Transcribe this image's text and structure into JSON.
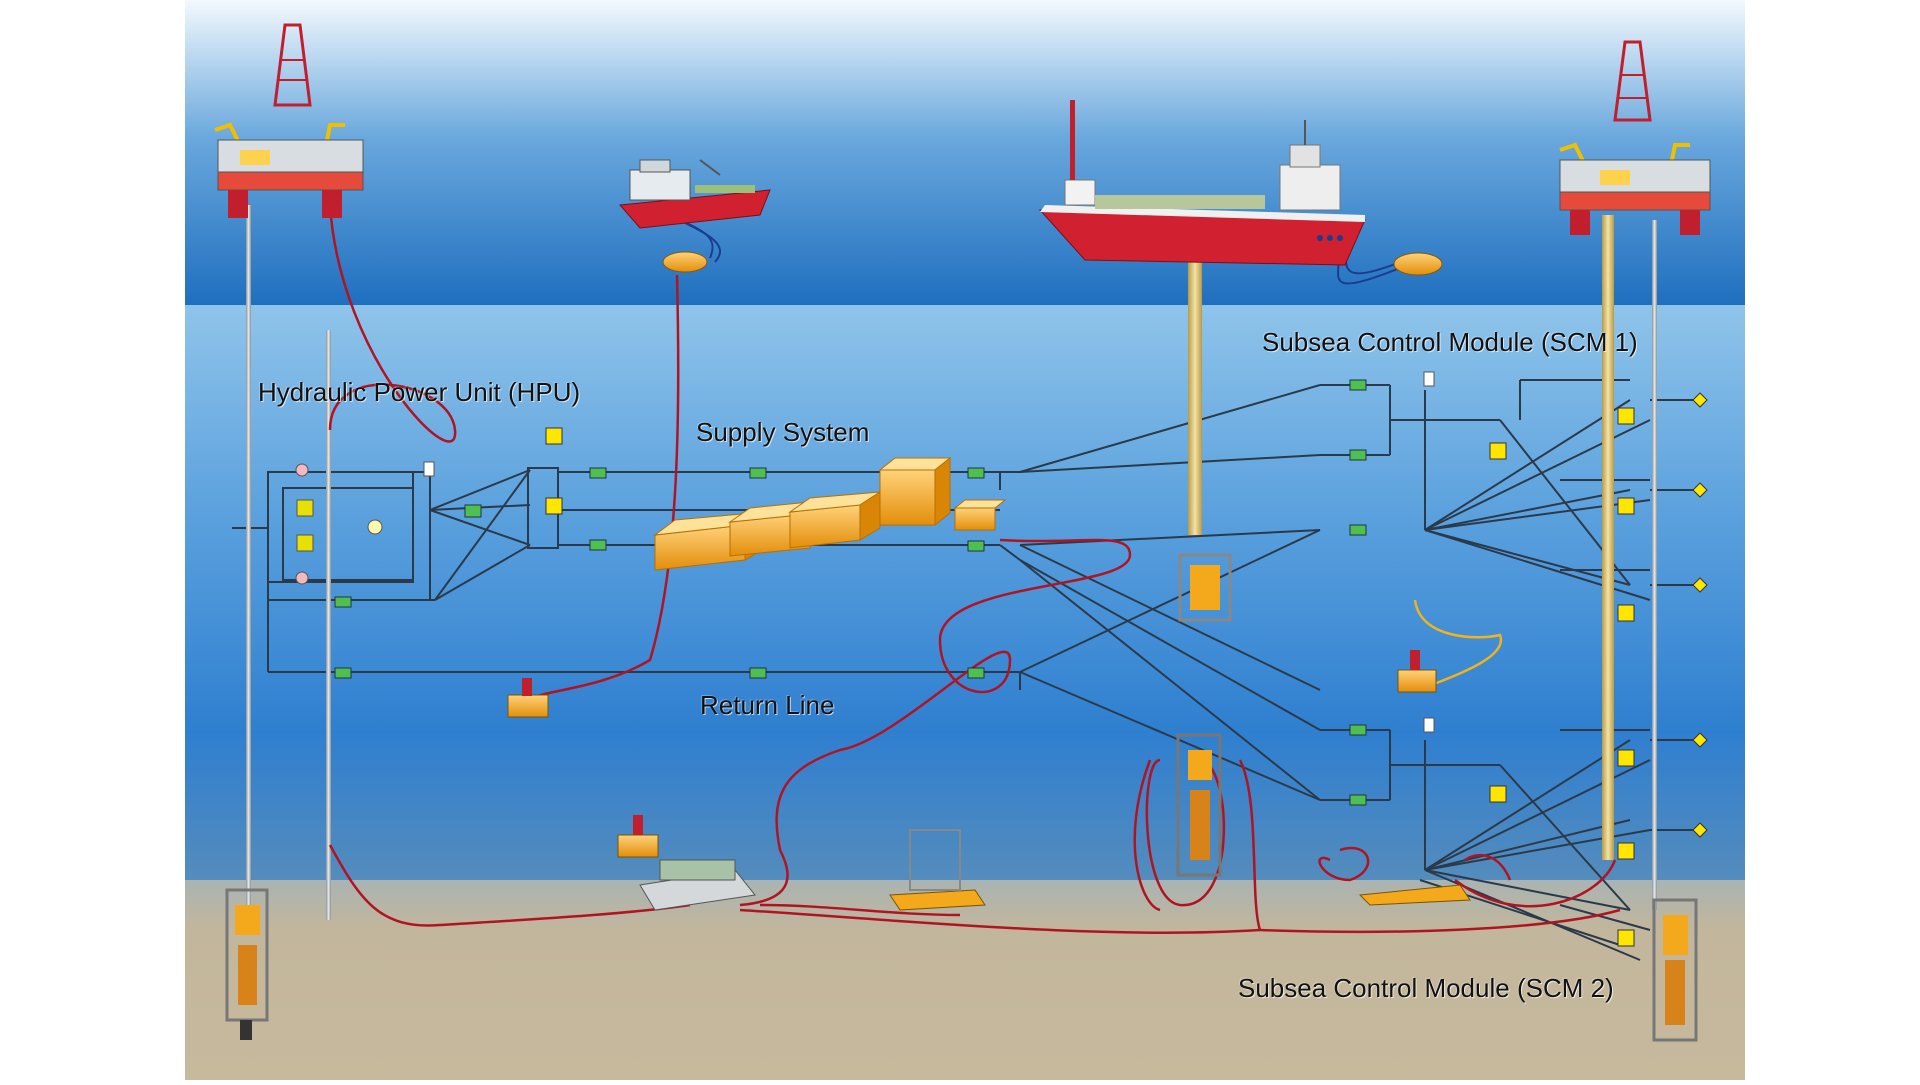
{
  "labels": {
    "hpu": "Hydraulic Power Unit (HPU)",
    "supply": "Supply System",
    "return_line": "Return Line",
    "scm1": "Subsea Control Module (SCM 1)",
    "scm2": "Subsea Control Module (SCM 2)"
  },
  "colors": {
    "sky_top": "#f4f9fd",
    "sky_bottom": "#1f6fbf",
    "sea_top": "#8fc4ea",
    "sea_bottom": "#2f7fd0",
    "seabed": "#c2b69c",
    "umbilical": "#b01423",
    "line": "#2b3a4a",
    "equipment": "#f4a81c",
    "ship_hull": "#d1202f",
    "riser": "#e6c97a"
  },
  "icons": [
    "drilling-rig-icon",
    "supply-vessel-icon",
    "fpso-vessel-icon",
    "buoy-icon",
    "subsea-tree-icon",
    "rov-icon",
    "manifold-icon",
    "valve-icon",
    "filter-icon",
    "accumulator-icon"
  ]
}
